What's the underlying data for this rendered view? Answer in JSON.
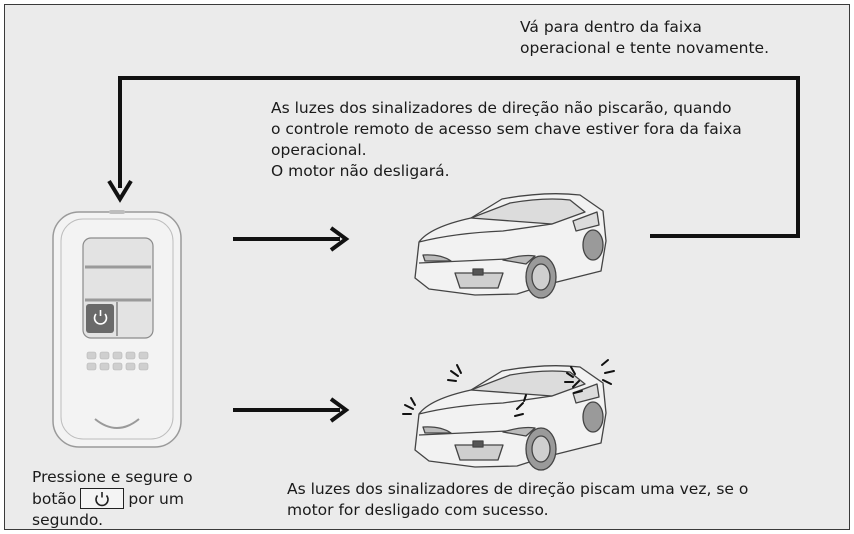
{
  "texts": {
    "move_back": [
      "Vá para dentro da faixa",
      "operacional e tente novamente."
    ],
    "out_of_range": [
      "As luzes dos sinalizadores de direção não piscarão, quando",
      "o controle remoto de acesso sem chave estiver fora da faixa",
      "operacional.",
      "O motor não desligará."
    ],
    "press_hold_line1": "Pressione e segure o",
    "press_hold_line2_before": "botão",
    "press_hold_line2_after": "por um",
    "press_hold_line3": "segundo.",
    "success": [
      "As luzes dos sinalizadores de direção piscam uma vez, se o",
      "motor for desligado com sucesso."
    ]
  },
  "icons": {
    "power_button": "power-icon",
    "arrow": "arrow-right-icon",
    "flash": "flash-icon"
  },
  "colors": {
    "background": "#ebebeb",
    "line": "#111111",
    "car_body": "#f2f2f2",
    "car_outline": "#444444"
  }
}
